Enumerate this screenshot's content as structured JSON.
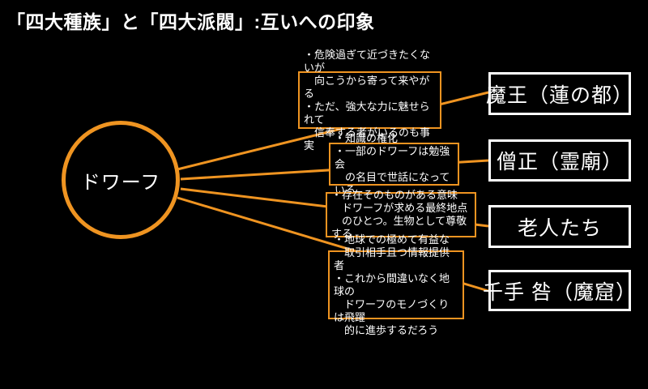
{
  "title": "「四大種族」と「四大派閥」:互いへの印象",
  "colors": {
    "background": "#000000",
    "accent_orange": "#EF9421",
    "border_white": "#FFFFFF",
    "text_white": "#FFFFFF"
  },
  "diagram": {
    "subject": {
      "label": "ドワーフ"
    },
    "relations": [
      {
        "target": "魔王（蓮の都）",
        "impression": "・危険過ぎて近づきたくないが\n　向こうから寄って来やがる\n・ただ、強大な力に魅せられて\n　信奉する者がいるのも事実"
      },
      {
        "target": "僧正（霊廟）",
        "impression": "・知識の権化\n・一部のドワーフは勉強会\n　の名目で世話になっている"
      },
      {
        "target": "老人たち",
        "impression": "・存在そのものがある意味\n　ドワーフが求める最終地点\n　のひとつ。生物として尊敬する"
      },
      {
        "target": "千手 咎（魔窟）",
        "impression": "・地球での極めて有益な\n　取引相手且つ情報提供者\n・これから間違いなく地球の\n　ドワーフのモノづくりは飛躍\n　的に進歩するだろう"
      }
    ]
  }
}
